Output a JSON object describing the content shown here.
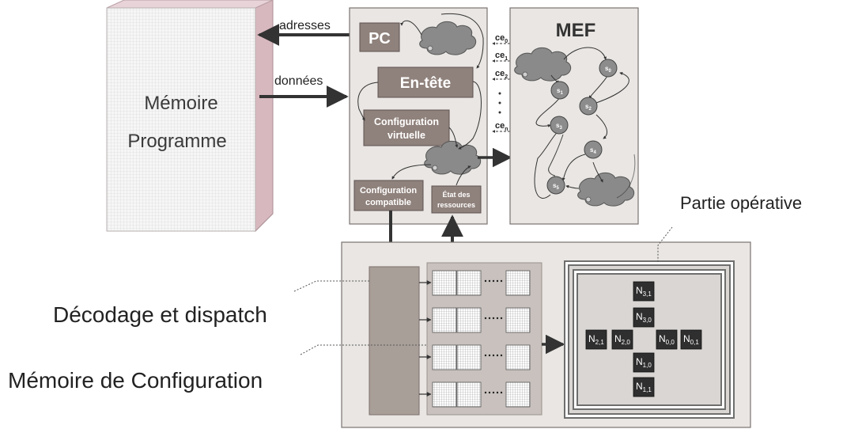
{
  "memory": {
    "line1": "Mémoire",
    "line2": "Programme"
  },
  "arrows": {
    "addresses": "adresses",
    "data": "données"
  },
  "controller": {
    "pc": "PC",
    "header": "En-tête",
    "virtual_config_1": "Configuration",
    "virtual_config_2": "virtuelle",
    "compat_config_1": "Configuration",
    "compat_config_2": "compatible",
    "resource_state_1": "État des",
    "resource_state_2": "ressources"
  },
  "ce_signals": [
    {
      "base": "ce",
      "sub": "0"
    },
    {
      "base": "ce",
      "sub": "1"
    },
    {
      "base": "ce",
      "sub": "2"
    },
    {
      "base": "ce",
      "sub": "n"
    }
  ],
  "fsm": {
    "title": "MEF",
    "states": [
      {
        "base": "s",
        "sub": "0"
      },
      {
        "base": "s",
        "sub": "1"
      },
      {
        "base": "s",
        "sub": "2"
      },
      {
        "base": "s",
        "sub": "3"
      },
      {
        "base": "s",
        "sub": "4"
      },
      {
        "base": "s",
        "sub": "5"
      }
    ]
  },
  "labels": {
    "operative": "Partie opérative",
    "decode": "Décodage et dispatch",
    "config_memory": "Mémoire de Configuration"
  },
  "config_memory_rows": 4,
  "nodes": [
    {
      "base": "N",
      "sub": "3,1"
    },
    {
      "base": "N",
      "sub": "3,0"
    },
    {
      "base": "N",
      "sub": "2,1"
    },
    {
      "base": "N",
      "sub": "2,0"
    },
    {
      "base": "N",
      "sub": "0,0"
    },
    {
      "base": "N",
      "sub": "0,1"
    },
    {
      "base": "N",
      "sub": "1,0"
    },
    {
      "base": "N",
      "sub": "1,1"
    }
  ],
  "colors": {
    "panel": "#e9e6e3",
    "block": "#8f817b",
    "block_light": "#a99f99",
    "state": "#8c8c8c",
    "node": "#2f2f2f",
    "arrow": "#333333"
  }
}
